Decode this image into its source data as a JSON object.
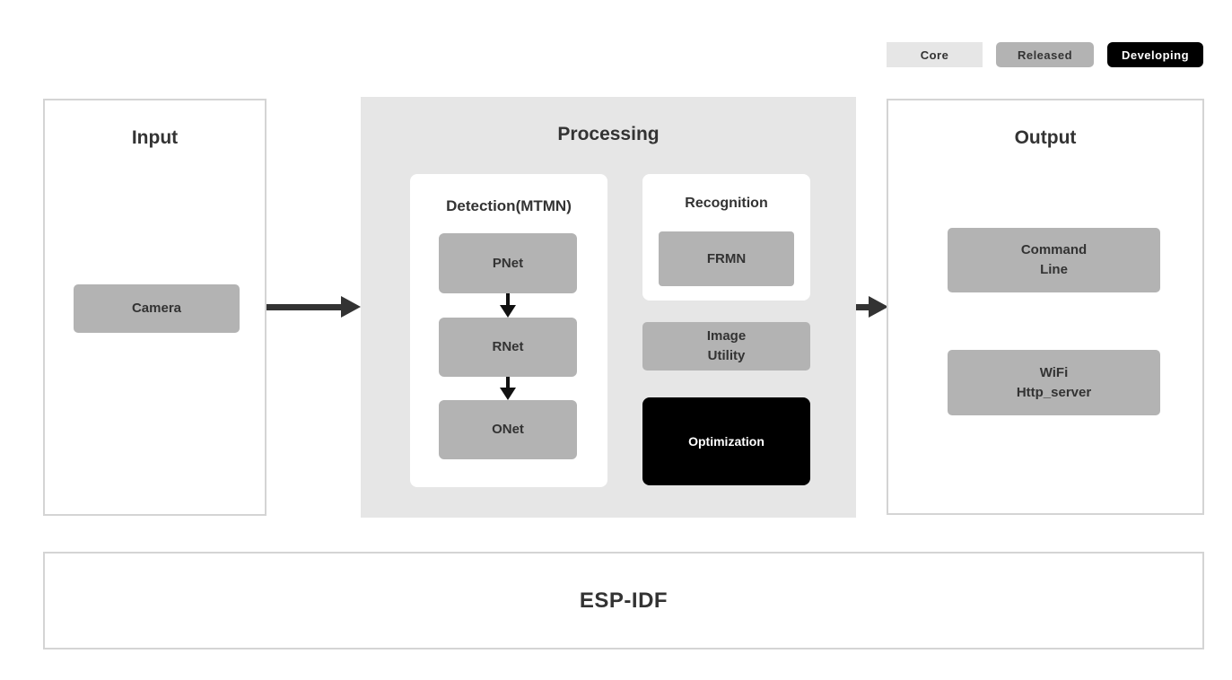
{
  "legend": {
    "items": [
      {
        "id": "core",
        "label": "Core"
      },
      {
        "id": "released",
        "label": "Released"
      },
      {
        "id": "developing",
        "label": "Developing"
      }
    ]
  },
  "colors": {
    "core": "#e6e6e6",
    "released": "#b3b3b3",
    "developing": "#000000",
    "arrow": "#333333",
    "label_text": "#333333",
    "panel_border": "#d4d4d4"
  },
  "input": {
    "title": "Input",
    "camera": "Camera"
  },
  "processing": {
    "title": "Processing",
    "detection": {
      "title": "Detection(MTMN)",
      "pnet": "PNet",
      "rnet": "RNet",
      "onet": "ONet"
    },
    "recognition": {
      "title": "Recognition",
      "frmn": "FRMN"
    },
    "image_utility": {
      "line1": "Image",
      "line2": "Utility"
    },
    "optimization": "Optimization"
  },
  "output": {
    "title": "Output",
    "command_line": {
      "line1": "Command",
      "line2": "Line"
    },
    "wifi": {
      "line1": "WiFi",
      "line2": "Http_server"
    }
  },
  "foundation": {
    "title": "ESP-IDF"
  }
}
